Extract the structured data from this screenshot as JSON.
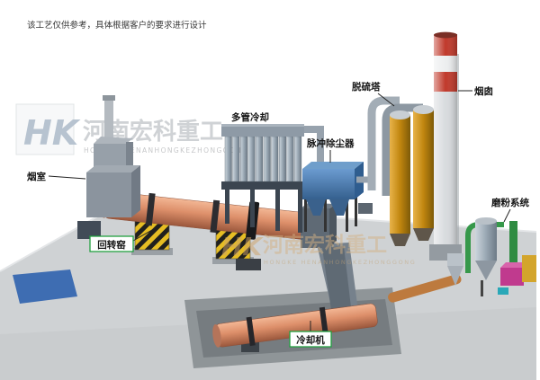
{
  "note": "该工艺仅供参考，具体根据客户的要求进行设计",
  "watermark": {
    "initials": "HK",
    "brand_cn": "河南宏科重工",
    "brand_en": "HONGKE HENANHONGKEZHONGGONG"
  },
  "labels": {
    "smoke_chamber": "烟室",
    "rotary_kiln": "回转窑",
    "multi_tube_cooler": "多管冷却",
    "pulse_dust_collector": "脉冲除尘器",
    "desulfurization_tower": "脱硫塔",
    "chimney": "烟囱",
    "grinding_system": "磨粉系统",
    "cooling_machine": "冷却机"
  },
  "colors": {
    "label_box_green": "#22a040",
    "kiln_salmon": "#dd8f6a",
    "dust_collector_blue": "#4d7fae",
    "tower_amber": "#c1860f",
    "chimney_red": "#c0392b",
    "ground_gray": "#cfd2d4"
  }
}
